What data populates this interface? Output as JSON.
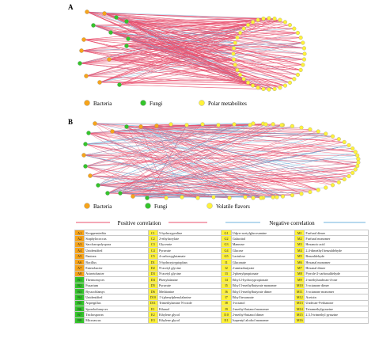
{
  "panels": {
    "a": {
      "label": "A",
      "legend": [
        "Bacteria",
        "Fungi",
        "Polar metabolites"
      ]
    },
    "b": {
      "label": "B",
      "legend": [
        "Bacteria",
        "Fungi",
        "Volatile flavors"
      ]
    }
  },
  "correlation_legend": {
    "positive": "Positive correlation",
    "negative": "Negative correlation"
  },
  "colors": {
    "bacteria": "#f7a41a",
    "fungi": "#34c42b",
    "metabolite": "#fff23a",
    "positive": "#e8506e",
    "negative": "#6fb3dc"
  },
  "table": {
    "columns": [
      [
        {
          "code": "A1",
          "name": "Kroppenstedtia",
          "group": "orange"
        },
        {
          "code": "A2",
          "name": "Staphylococcus",
          "group": "orange"
        },
        {
          "code": "A3",
          "name": "Saccharopolyspora",
          "group": "orange"
        },
        {
          "code": "A4",
          "name": "Unidentified",
          "group": "orange"
        },
        {
          "code": "A5",
          "name": "Pantoea",
          "group": "orange"
        },
        {
          "code": "A6",
          "name": "Bacillus",
          "group": "orange"
        },
        {
          "code": "A7",
          "name": "Enterobacter",
          "group": "orange"
        },
        {
          "code": "A8",
          "name": "Acinetobacter",
          "group": "orange"
        },
        {
          "code": "B1",
          "name": "Thermomyces",
          "group": "green"
        },
        {
          "code": "B2",
          "name": "Fusarium",
          "group": "green"
        },
        {
          "code": "B3",
          "name": "Byssochlamys",
          "group": "green"
        },
        {
          "code": "B4",
          "name": "Unidentified",
          "group": "green"
        },
        {
          "code": "B5",
          "name": "Aspergillus",
          "group": "green"
        },
        {
          "code": "B6",
          "name": "Sporobolomyces",
          "group": "green"
        },
        {
          "code": "B7",
          "name": "Trichosporon",
          "group": "green"
        },
        {
          "code": "B8",
          "name": "Microascus",
          "group": "green"
        }
      ],
      [
        {
          "code": "C1",
          "name": "5-hydroxyproline",
          "group": "yellow"
        },
        {
          "code": "C2",
          "name": "2-ethylacrylate",
          "group": "yellow"
        },
        {
          "code": "C3",
          "name": "Glycerate",
          "group": "yellow"
        },
        {
          "code": "C4",
          "name": "Pyruvate",
          "group": "yellow"
        },
        {
          "code": "C5",
          "name": "4-carboxyglutamate",
          "group": "yellow"
        },
        {
          "code": "D1",
          "name": "5-hydroxytryptophan",
          "group": "yellow"
        },
        {
          "code": "D2",
          "name": "N-acetyl glycine",
          "group": "yellow"
        },
        {
          "code": "D3",
          "name": "N-acetyl glycine",
          "group": "yellow"
        },
        {
          "code": "D4",
          "name": "Phenylalanine",
          "group": "yellow"
        },
        {
          "code": "D5",
          "name": "Pyruvate",
          "group": "yellow"
        },
        {
          "code": "D6",
          "name": "Methionine",
          "group": "yellow"
        },
        {
          "code": "D10",
          "name": "1'-(phenylphenylalanine",
          "group": "yellow"
        },
        {
          "code": "D11",
          "name": "Trimethylamine N-oxide",
          "group": "yellow"
        },
        {
          "code": "E1",
          "name": "Ethanol",
          "group": "yellow"
        },
        {
          "code": "E2",
          "name": "Ethylene glycol",
          "group": "yellow"
        },
        {
          "code": "E3",
          "name": "Ethylene glycol",
          "group": "yellow"
        }
      ],
      [
        {
          "code": "G1",
          "name": "Udp-n-acetylglucosamine",
          "group": "yellow"
        },
        {
          "code": "G2",
          "name": "Galactitol",
          "group": "yellow"
        },
        {
          "code": "G3",
          "name": "Mannose",
          "group": "yellow"
        },
        {
          "code": "G4",
          "name": "Glucose",
          "group": "yellow"
        },
        {
          "code": "G5",
          "name": "Lactulose",
          "group": "yellow"
        },
        {
          "code": "I1",
          "name": "Gluconate",
          "group": "yellow"
        },
        {
          "code": "I2",
          "name": "2-aminobutyrate",
          "group": "yellow"
        },
        {
          "code": "I3",
          "name": "2-phenylpropionate",
          "group": "yellow"
        },
        {
          "code": "I4",
          "name": "Ethyl 2-hydroxypropionate",
          "group": "yellow"
        },
        {
          "code": "I5",
          "name": "Ethyl 3-methylbutyrate monomer",
          "group": "yellow"
        },
        {
          "code": "I6",
          "name": "Ethyl 3-methylbutyrate dimer",
          "group": "yellow"
        },
        {
          "code": "I7",
          "name": "Ethyl hexanoate",
          "group": "yellow"
        },
        {
          "code": "I8",
          "name": "3-octanol",
          "group": "yellow"
        },
        {
          "code": "I9",
          "name": "2-methyl-butanol monomer",
          "group": "yellow"
        },
        {
          "code": "I10",
          "name": "2-methyl-butanol dimer",
          "group": "yellow"
        },
        {
          "code": "I11",
          "name": "Isopentyl alcohol monomer",
          "group": "yellow"
        }
      ],
      [
        {
          "code": "M1",
          "name": "Furfural dimer",
          "group": "yellow"
        },
        {
          "code": "M2",
          "name": "Furfural monomer",
          "group": "yellow"
        },
        {
          "code": "M3",
          "name": "Hexanoic acid",
          "group": "yellow"
        },
        {
          "code": "M4",
          "name": "2,4-dimethyl benzaldehyde",
          "group": "yellow"
        },
        {
          "code": "M5",
          "name": "Benzaldehyde",
          "group": "yellow"
        },
        {
          "code": "M6",
          "name": "Hexanal monomer",
          "group": "yellow"
        },
        {
          "code": "M7",
          "name": "Hexanal dimer",
          "group": "yellow"
        },
        {
          "code": "M8",
          "name": "Pyrrole-2-carboxaldehyde",
          "group": "yellow"
        },
        {
          "code": "M9",
          "name": "2-methylundecan-4-one",
          "group": "yellow"
        },
        {
          "code": "M10",
          "name": "3-octanone dimer",
          "group": "yellow"
        },
        {
          "code": "M11",
          "name": "3-octanone monomer",
          "group": "yellow"
        },
        {
          "code": "M12",
          "name": "Acetoin",
          "group": "yellow"
        },
        {
          "code": "M13",
          "name": "Undecan-9-ethanone",
          "group": "yellow"
        },
        {
          "code": "M14",
          "name": "Tetramethylpyrazine",
          "group": "yellow"
        },
        {
          "code": "M15",
          "name": "2,3,5-trimethyl pyrazine",
          "group": "yellow"
        },
        {
          "code": "M16",
          "name": "",
          "group": "yellow"
        }
      ]
    ]
  }
}
